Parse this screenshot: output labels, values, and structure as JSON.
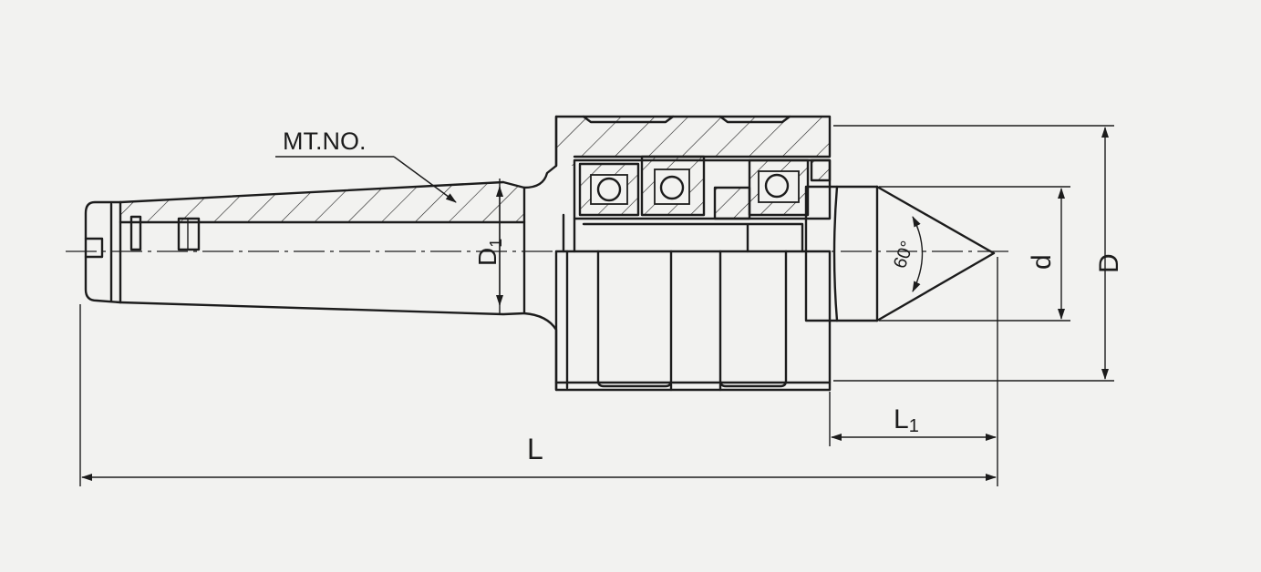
{
  "labels": {
    "taper": "MT.NO.",
    "overall_length": "L",
    "point_length": "L",
    "point_length_sub": "1",
    "body_diameter": "D",
    "taper_diameter": "D",
    "taper_diameter_sub": "1",
    "point_diameter": "d",
    "angle": "60°"
  },
  "colors": {
    "ink": "#1c1c1c",
    "paper": "#f2f2f0"
  }
}
